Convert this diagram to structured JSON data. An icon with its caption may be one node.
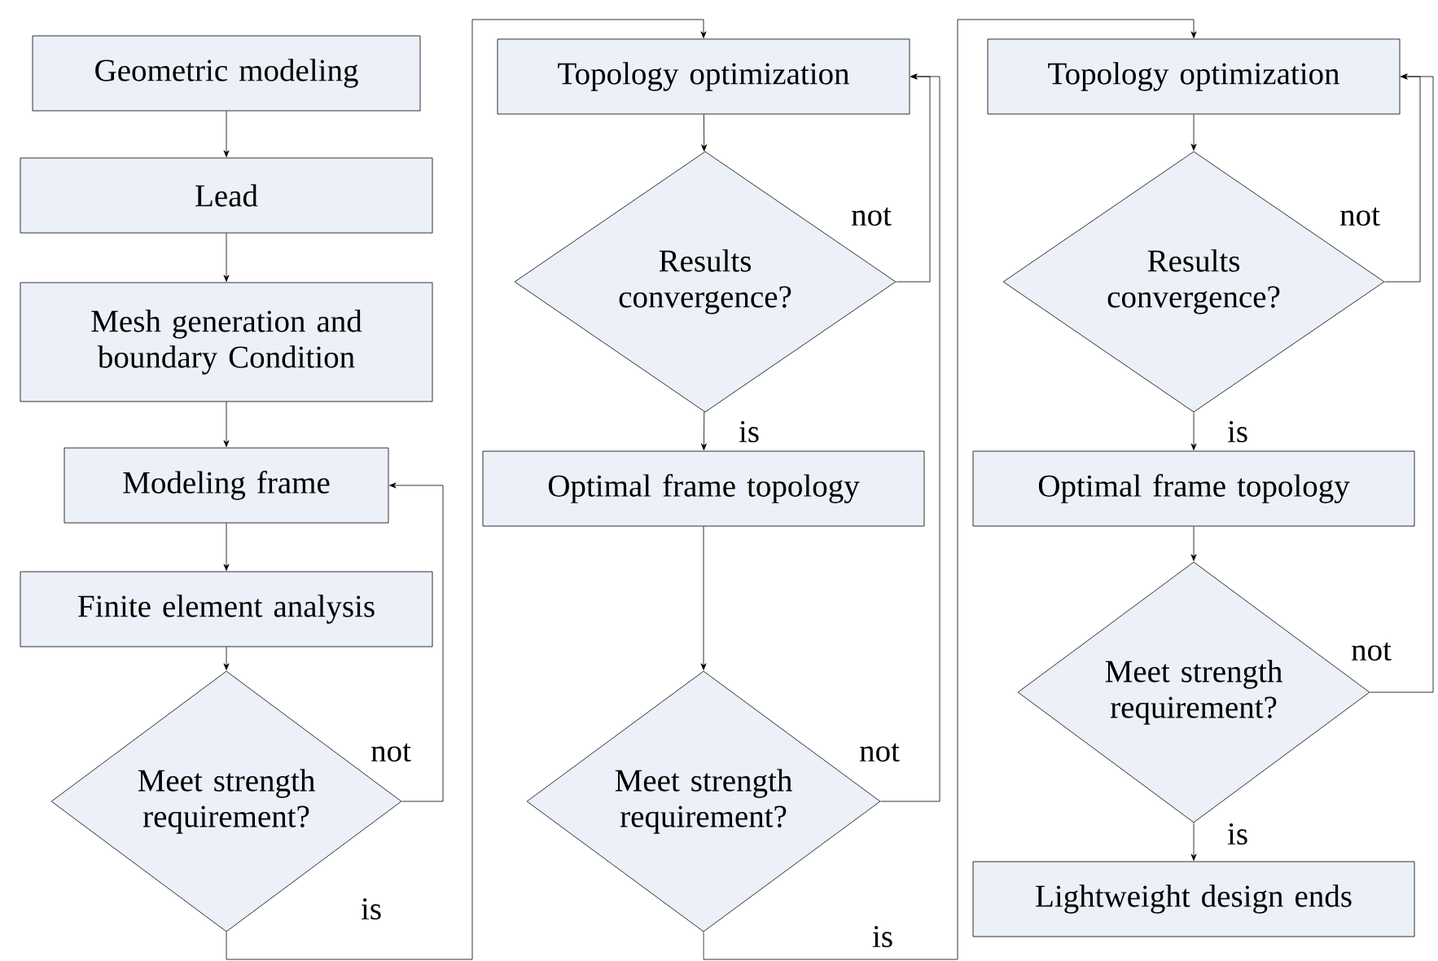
{
  "diagram": {
    "nodes": [
      {
        "text": [
          "Geometric modeling"
        ]
      },
      {
        "text": [
          "Lead"
        ]
      },
      {
        "text": [
          "Mesh generation and boundary Condition"
        ]
      },
      {
        "text": [
          "Modeling frame"
        ]
      },
      {
        "text": [
          "Finite element analysis"
        ]
      },
      {
        "text": [
          "Meet strength requirement?"
        ]
      },
      {
        "text": [
          "Topology optimization"
        ]
      },
      {
        "text": [
          "Results convergence?"
        ]
      },
      {
        "text": [
          "Optimal frame topology"
        ]
      },
      {
        "text": [
          "Meet strength requirement?"
        ]
      },
      {
        "text": [
          "Topology optimization"
        ]
      },
      {
        "text": [
          "Results convergence?"
        ]
      },
      {
        "text": [
          "Optimal frame topology"
        ]
      },
      {
        "text": [
          "Meet strength requirement?"
        ]
      },
      {
        "text": [
          "Lightweight design ends"
        ]
      }
    ],
    "edges": [
      {
        "from": 0,
        "to": 1,
        "arrow": "to"
      },
      {
        "from": 1,
        "to": 2,
        "arrow": "to"
      },
      {
        "from": 2,
        "to": 3,
        "arrow": "to"
      },
      {
        "from": 3,
        "to": 4,
        "arrow": "to"
      },
      {
        "from": 4,
        "to": 5,
        "arrow": "to"
      },
      {
        "from": 5,
        "to": 3,
        "arrow": "to",
        "label": "not"
      },
      {
        "from": 5,
        "to": 6,
        "arrow": "to",
        "label": "is"
      },
      {
        "from": 6,
        "to": 7,
        "arrow": "to"
      },
      {
        "from": 7,
        "to": 6,
        "arrow": "to",
        "label": "not"
      },
      {
        "from": 7,
        "to": 8,
        "arrow": "to",
        "label": "is"
      },
      {
        "from": 8,
        "to": 9,
        "arrow": "to"
      },
      {
        "from": 9,
        "to": 6,
        "arrow": "to",
        "label": "not"
      },
      {
        "from": 9,
        "to": 10,
        "arrow": "to",
        "label": "is"
      },
      {
        "from": 10,
        "to": 11,
        "arrow": "to"
      },
      {
        "from": 11,
        "to": 10,
        "arrow": "to",
        "label": "not"
      },
      {
        "from": 11,
        "to": 12,
        "arrow": "to",
        "label": "is"
      },
      {
        "from": 12,
        "to": 13,
        "arrow": "to"
      },
      {
        "from": 13,
        "to": 10,
        "arrow": "to",
        "label": "not"
      },
      {
        "from": 13,
        "to": 14,
        "arrow": "to",
        "label": "is"
      }
    ]
  }
}
